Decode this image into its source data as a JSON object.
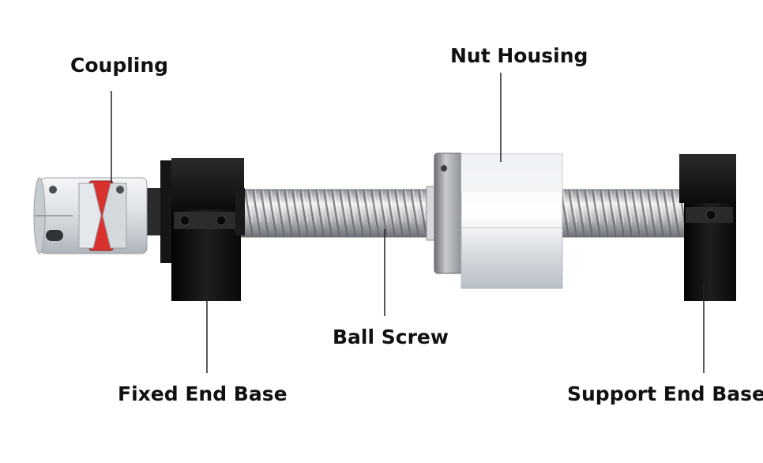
{
  "labels": {
    "coupling": "Coupling",
    "nut_housing": "Nut Housing",
    "ball_screw": "Ball Screw",
    "fixed_end_base": "Fixed End Base",
    "support_end_base": "Support End Base"
  },
  "colors": {
    "text": "#111111",
    "leader_line": "#222222",
    "block_black": "#111111",
    "coupling_insert": "#d9322e",
    "aluminum": "#d8dce0",
    "steel": "#a8aaad",
    "background": "#ffffff"
  }
}
